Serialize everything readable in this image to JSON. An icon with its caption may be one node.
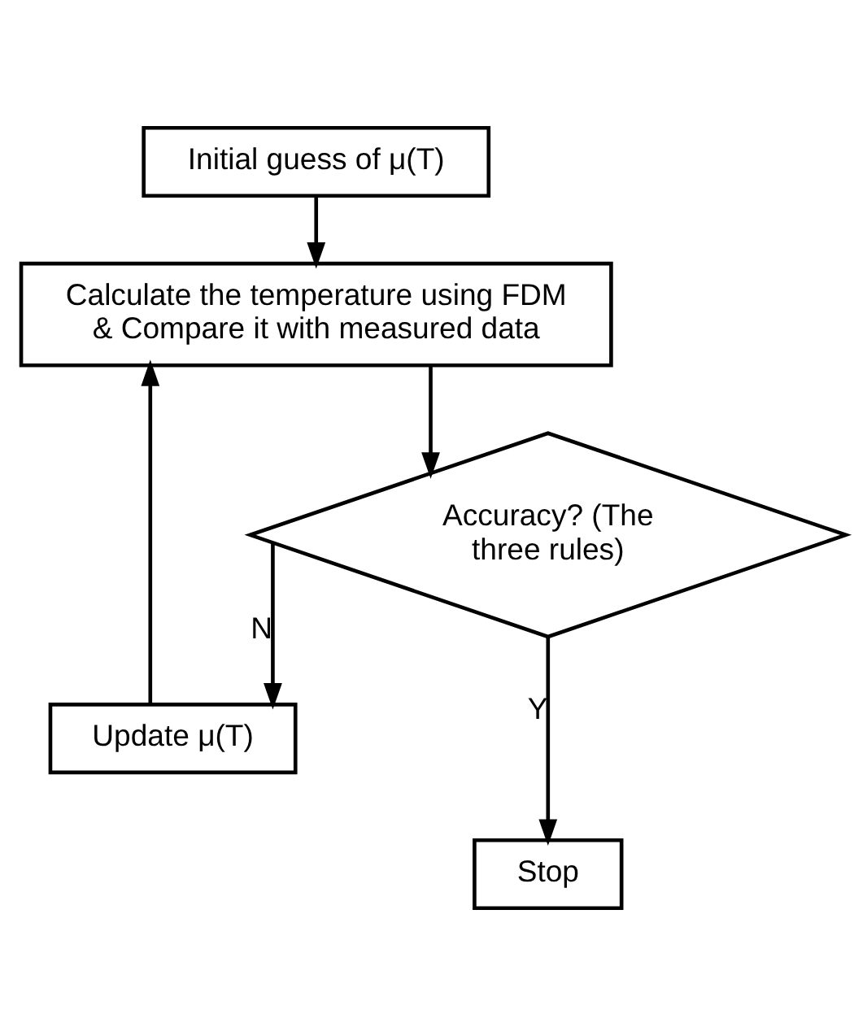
{
  "diagram": {
    "nodes": [
      {
        "text": [
          "Initial guess of μ(T)"
        ]
      },
      {
        "text": [
          "Calculate the temperature using FDM & Compare it with measured data"
        ]
      },
      {
        "text": [
          "Accuracy? (The three rules)"
        ]
      },
      {
        "text": [
          "Update μ(T)"
        ]
      },
      {
        "text": [
          "Stop"
        ]
      }
    ],
    "edges": [
      {
        "from": 0,
        "to": 1,
        "arrow": "to"
      },
      {
        "from": 1,
        "to": 2,
        "arrow": "to"
      },
      {
        "from": 2,
        "to": 3,
        "arrow": "to",
        "label": "N"
      },
      {
        "from": 3,
        "to": 1,
        "arrow": "to"
      },
      {
        "from": 2,
        "to": 4,
        "arrow": "to",
        "label": "Y"
      }
    ]
  }
}
